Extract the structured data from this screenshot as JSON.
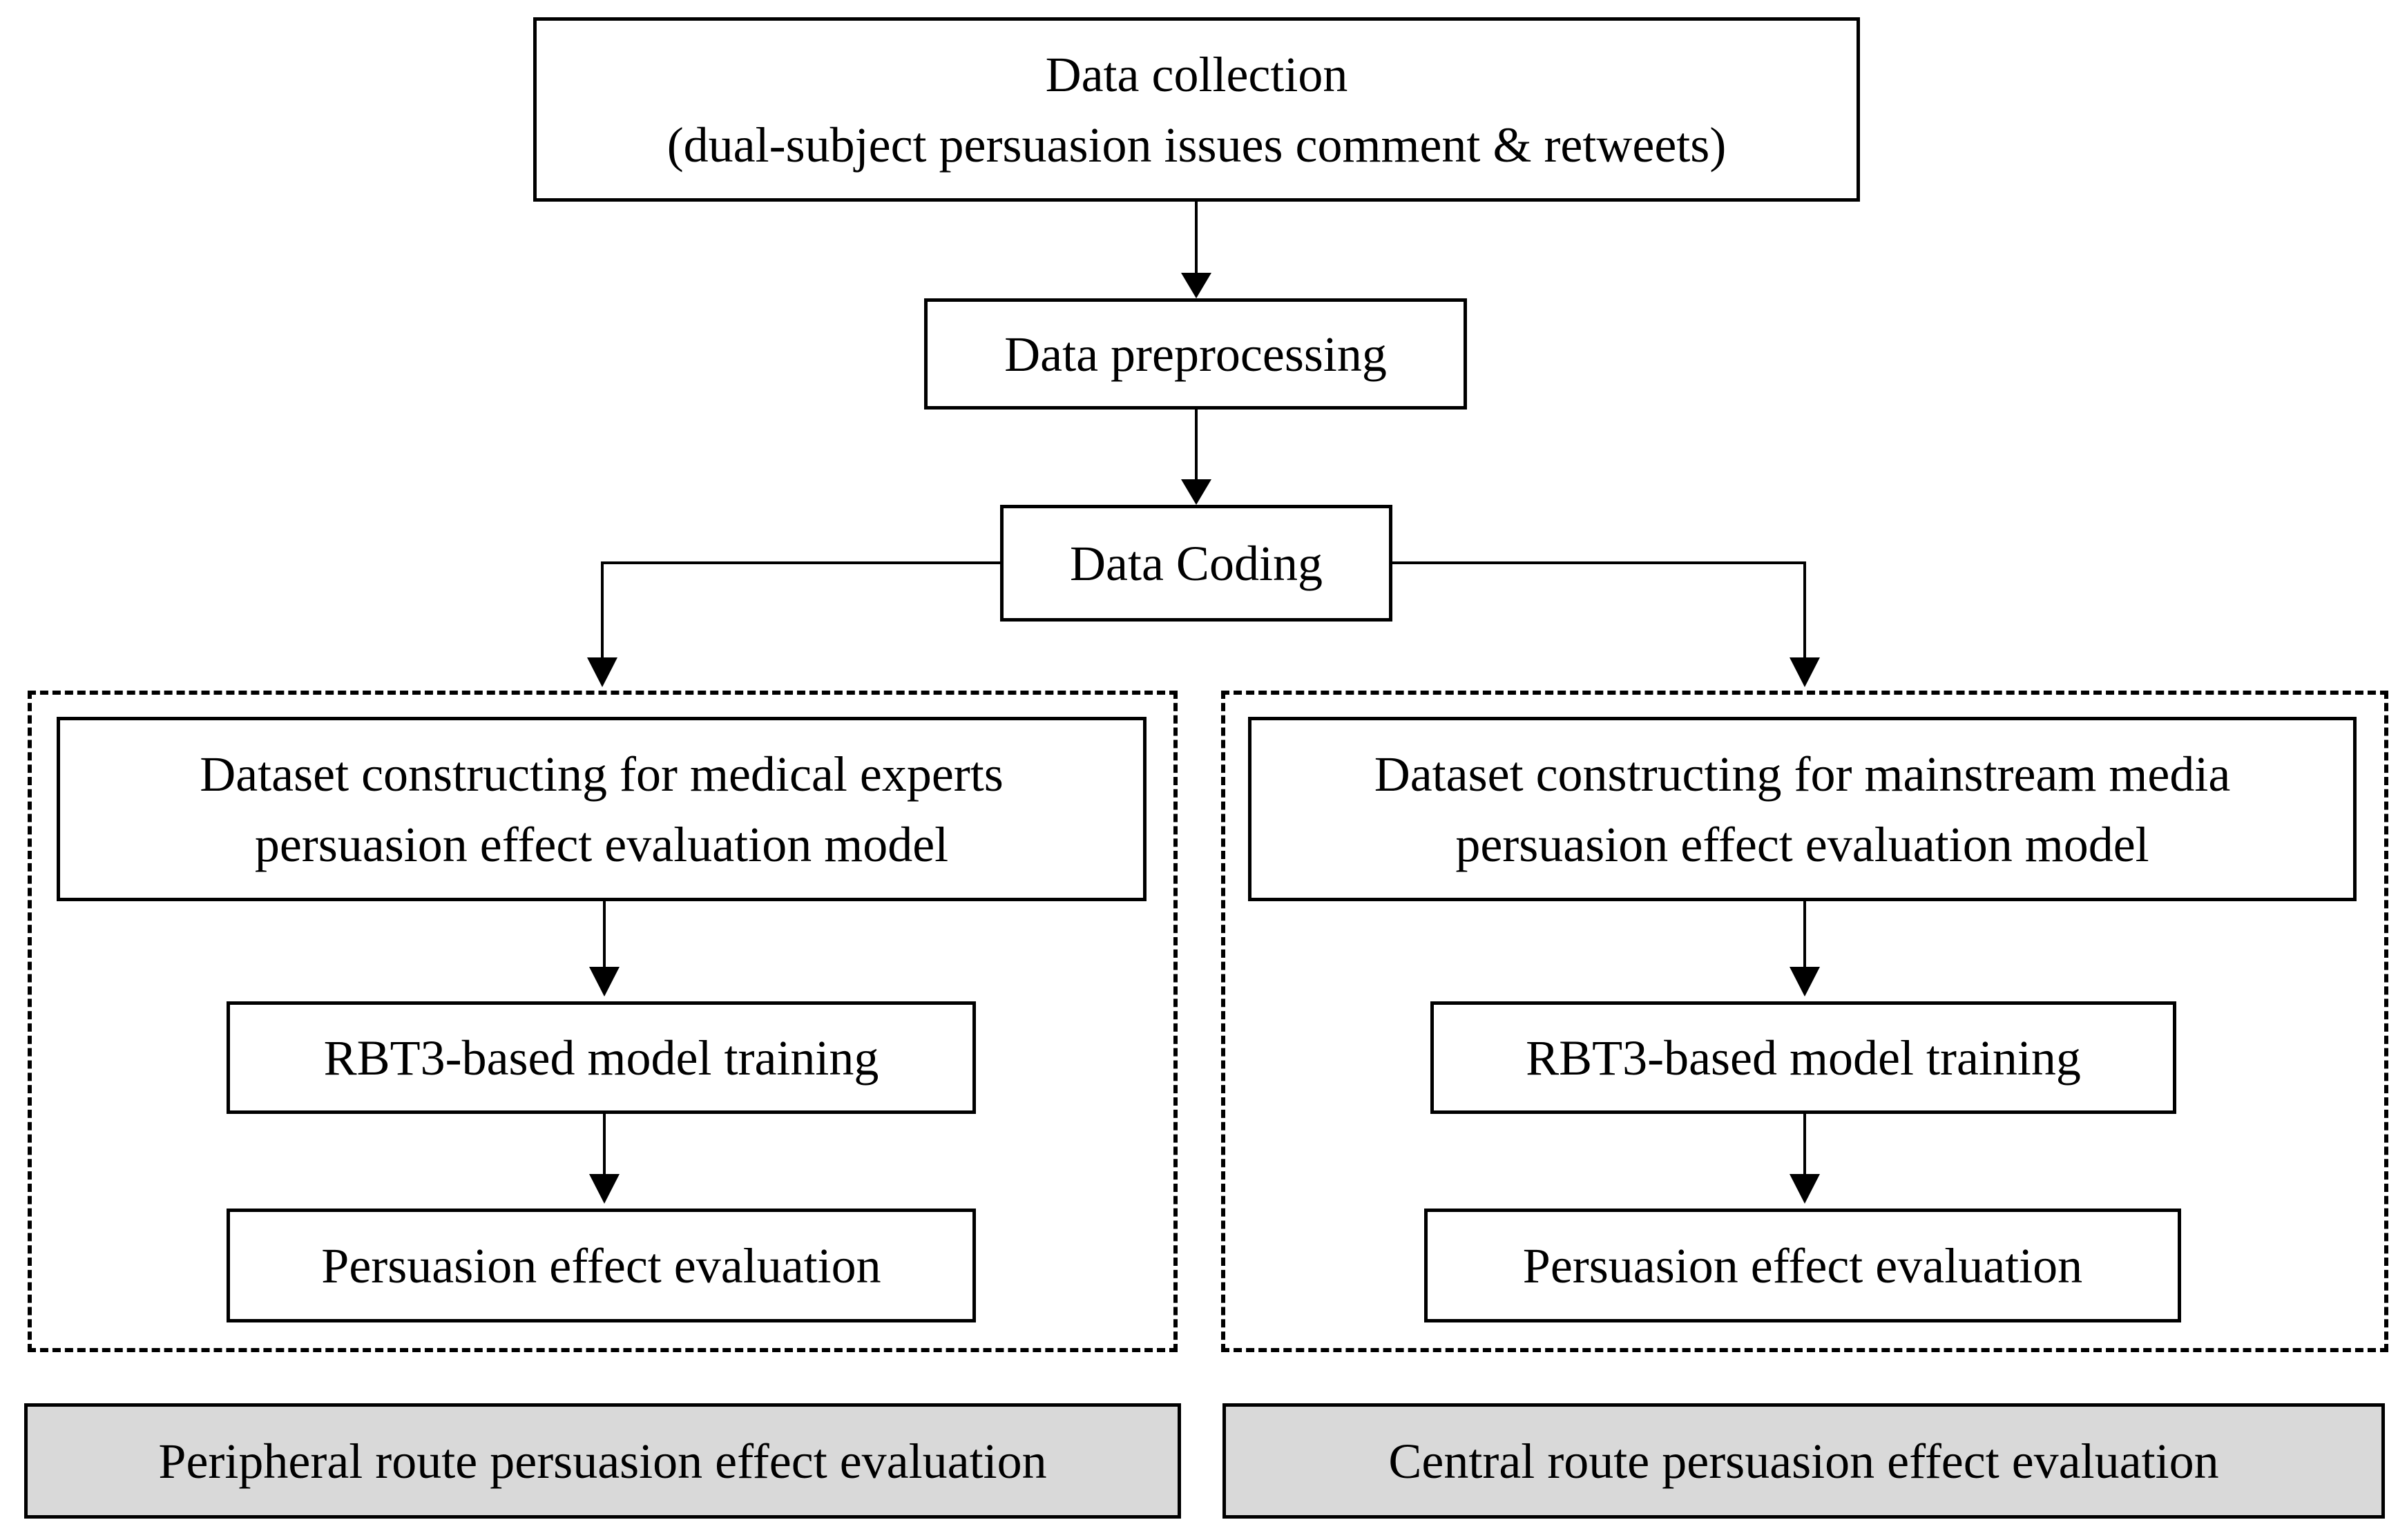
{
  "diagram": {
    "data_collection": {
      "line1": "Data collection",
      "line2": "(dual-subject persuasion issues comment & retweets)"
    },
    "data_preprocessing": "Data preprocessing",
    "data_coding": "Data Coding",
    "left_branch": {
      "dataset_line1": "Dataset constructing for medical experts",
      "dataset_line2": "persuasion effect evaluation model",
      "training": "RBT3-based model training",
      "evaluation": "Persuasion effect evaluation",
      "route_label": "Peripheral route persuasion effect evaluation"
    },
    "right_branch": {
      "dataset_line1": "Dataset constructing for mainstream media",
      "dataset_line2": "persuasion effect evaluation model",
      "training": "RBT3-based model training",
      "evaluation": "Persuasion effect evaluation",
      "route_label": "Central route persuasion effect evaluation"
    }
  },
  "colors": {
    "stroke": "#000000",
    "box_fill": "#ffffff",
    "route_fill": "#d9d9d9"
  }
}
